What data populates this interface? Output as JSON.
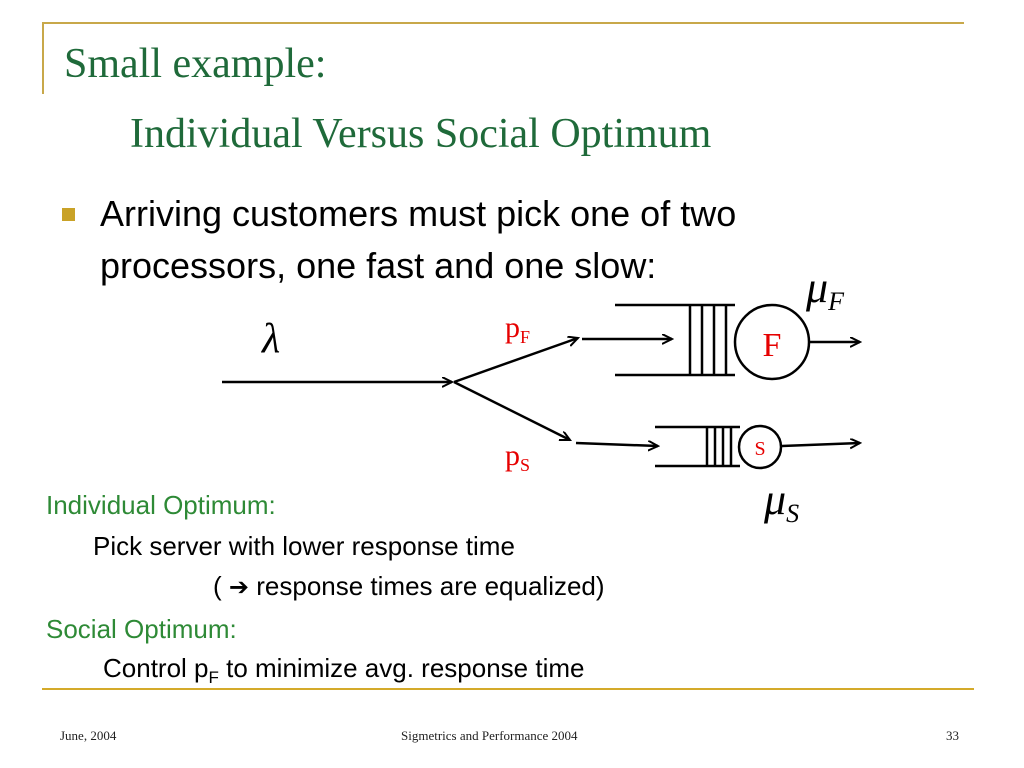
{
  "slide": {
    "title_line1": "Small example:",
    "title_line2": "Individual Versus Social Optimum",
    "bullet": "Arriving customers must pick one of two processors, one fast and one slow:",
    "individual": {
      "heading": "Individual Optimum:",
      "line1": "Pick server with lower response time",
      "line2_open": "(",
      "line2_arrow": "➔",
      "line2_rest": "response times are equalized)"
    },
    "social": {
      "heading": "Social Optimum:",
      "line_prefix": "Control p",
      "line_sub": "F",
      "line_suffix": " to minimize avg. response time"
    }
  },
  "diagram": {
    "lambda": "λ",
    "mu": "μ",
    "fast_rate_sub": "F",
    "slow_rate_sub": "S",
    "p_letter": "p",
    "p_fast_sub": "F",
    "p_slow_sub": "S",
    "fast_server": "F",
    "slow_server": "S",
    "accent_color": "#e60000"
  },
  "footer": {
    "date": "June, 2004",
    "conference": "Sigmetrics and Performance 2004",
    "page": "33"
  }
}
